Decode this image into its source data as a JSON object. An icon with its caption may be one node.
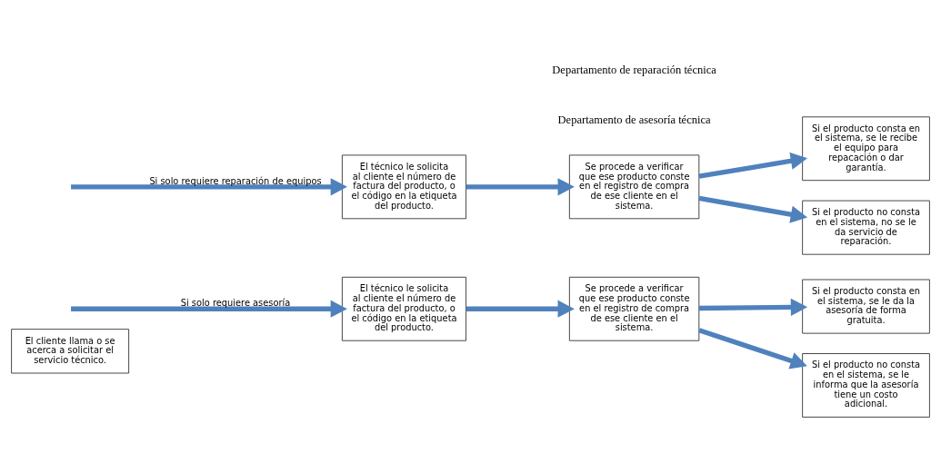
{
  "diagram": {
    "nodes": [
      {
        "text": [
          "El cliente llama o se acerca a solicitar el servicio técnico."
        ]
      },
      {
        "text": [
          "El técnico le solicita al cliente el número de factura del producto, o el código en la etiqueta del producto."
        ]
      },
      {
        "text": [
          "Se procede a verificar que ese producto conste en el registro de compra de ese cliente en el sistema."
        ]
      },
      {
        "text": [
          "Si el producto consta en el sistema, se le da la asesoría de forma gratuita."
        ]
      },
      {
        "text": [
          "Si el producto no consta en el sistema, se le informa que la asesoría tiene un costo adicional."
        ]
      },
      {
        "text": [
          "El técnico le solicita al cliente el número de factura del producto, o el código en la etiqueta del producto."
        ]
      },
      {
        "text": [
          "Se procede a verificar que ese producto conste en el registro de compra de ese cliente en el sistema."
        ]
      },
      {
        "text": [
          "Si el producto consta en el sistema, se le recibe el equipo para repacación o dar garantía."
        ]
      },
      {
        "text": [
          "Si el producto no consta en el sistema, no se le da servicio de reparación."
        ]
      }
    ],
    "edges": [
      {
        "from": null,
        "to": 1,
        "arrow": "to",
        "label": "Si solo requiere asesoría"
      },
      {
        "from": 1,
        "to": 2,
        "arrow": "to"
      },
      {
        "from": 2,
        "to": 3,
        "arrow": "to"
      },
      {
        "from": 2,
        "to": 4,
        "arrow": "to"
      },
      {
        "from": null,
        "to": 5,
        "arrow": "to",
        "label": "Si solo requiere reparación de equipos"
      },
      {
        "from": 5,
        "to": 6,
        "arrow": "to"
      },
      {
        "from": 6,
        "to": 7,
        "arrow": "to"
      },
      {
        "from": 6,
        "to": 8,
        "arrow": "to"
      }
    ],
    "labels": [
      "Departamento de asesoría técnica",
      "Departamento de reparación técnica"
    ]
  }
}
